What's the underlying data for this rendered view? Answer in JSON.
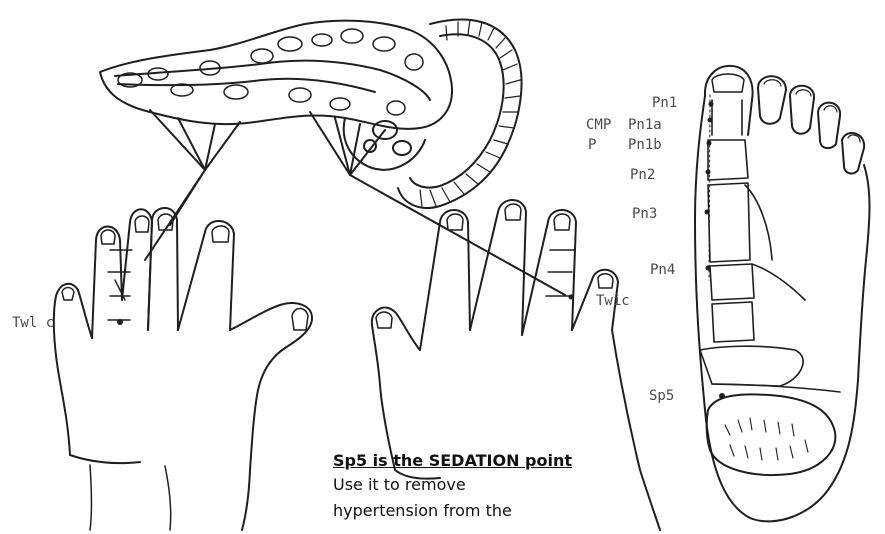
{
  "labels": {
    "twlc": "Twl c",
    "twic": "Twic",
    "pn1": "Pn1",
    "cmp": "CMP",
    "pn1a": "Pn1a",
    "p": "P",
    "pn1b": "Pn1b",
    "pn2": "Pn2",
    "pn3": "Pn3",
    "pn4": "Pn4",
    "sp5": "Sp5"
  },
  "note": {
    "heading": "Sp5 is the SEDATION point",
    "line1": "Use it to remove",
    "line2": "hypertension from the"
  },
  "colors": {
    "ink": "#1f1f1f",
    "label": "#4a4a4a"
  }
}
